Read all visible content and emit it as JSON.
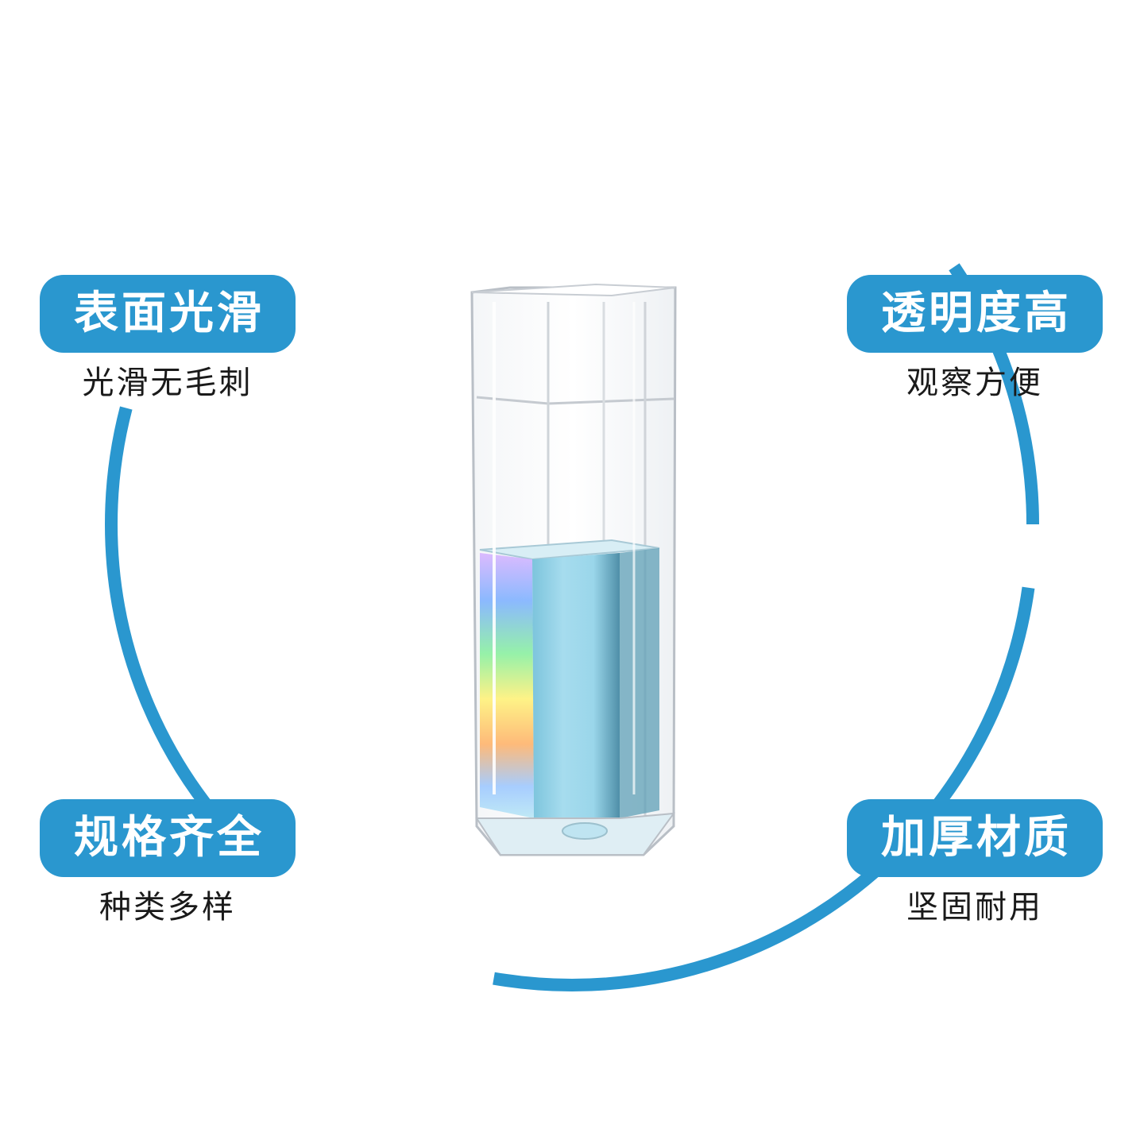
{
  "colors": {
    "accent": "#2a97cf",
    "liquid": "#9fd9ec",
    "text": "#1a1a1a",
    "background": "#ffffff"
  },
  "product": {
    "icon": "cuvette-icon"
  },
  "features": [
    {
      "title": "表面光滑",
      "subtitle": "光滑无毛刺"
    },
    {
      "title": "透明度高",
      "subtitle": "观察方便"
    },
    {
      "title": "规格齐全",
      "subtitle": "种类多样"
    },
    {
      "title": "加厚材质",
      "subtitle": "坚固耐用"
    }
  ]
}
